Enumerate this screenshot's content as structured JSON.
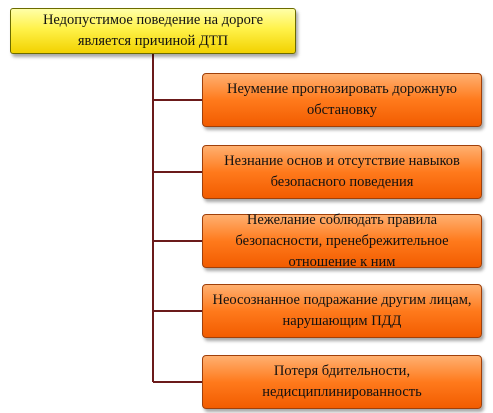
{
  "diagram": {
    "root": {
      "label": "Недопустимое поведение на дороге является причиной ДТП"
    },
    "children": [
      {
        "label": "Неумение прогнозировать дорожную обстановку"
      },
      {
        "label": "Незнание основ и отсутствие навыков безопасного поведения"
      },
      {
        "label": "Нежелание соблюдать правила безопасности, пренебрежительное отношение к ним"
      },
      {
        "label": "Неосознанное подражание другим лицам, нарушающим ПДД"
      },
      {
        "label": "Потеря бдительности, недисциплинированность"
      }
    ],
    "colors": {
      "root_fill": "#fff24a",
      "child_fill": "#ff7a1c",
      "connector": "#6b1a1a"
    }
  }
}
